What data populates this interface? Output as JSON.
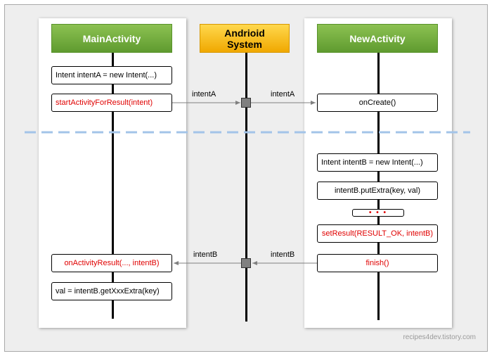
{
  "participants": {
    "main_activity": "MainActivity",
    "system_line1": "Andrioid",
    "system_line2": "System",
    "new_activity": "NewActivity"
  },
  "main_steps": {
    "create_intent_a": "Intent intentA = new Intent(...)",
    "start_for_result": "startActivityForResult(intent)",
    "on_activity_result": "onActivityResult(..., intentB)",
    "get_extra": "val = intentB.getXxxExtra(key)"
  },
  "new_steps": {
    "on_create": "onCreate()",
    "create_intent_b": "Intent intentB = new Intent(...)",
    "put_extra": "intentB.putExtra(key, val)",
    "ellipsis": "• • •",
    "set_result": "setResult(RESULT_OK, intentB)",
    "finish": "finish()"
  },
  "messages": {
    "intent_a_to_system": "intentA",
    "intent_a_to_new": "intentA",
    "intent_b_to_main": "intentB",
    "intent_b_to_system": "intentB"
  },
  "credit": "recipes4dev.tistory.com",
  "colors": {
    "header_green": "#6aaa3a",
    "header_orange": "#ffc000",
    "highlight_text": "#e00000",
    "separator": "#a3c4e8",
    "arrow": "#808080"
  }
}
